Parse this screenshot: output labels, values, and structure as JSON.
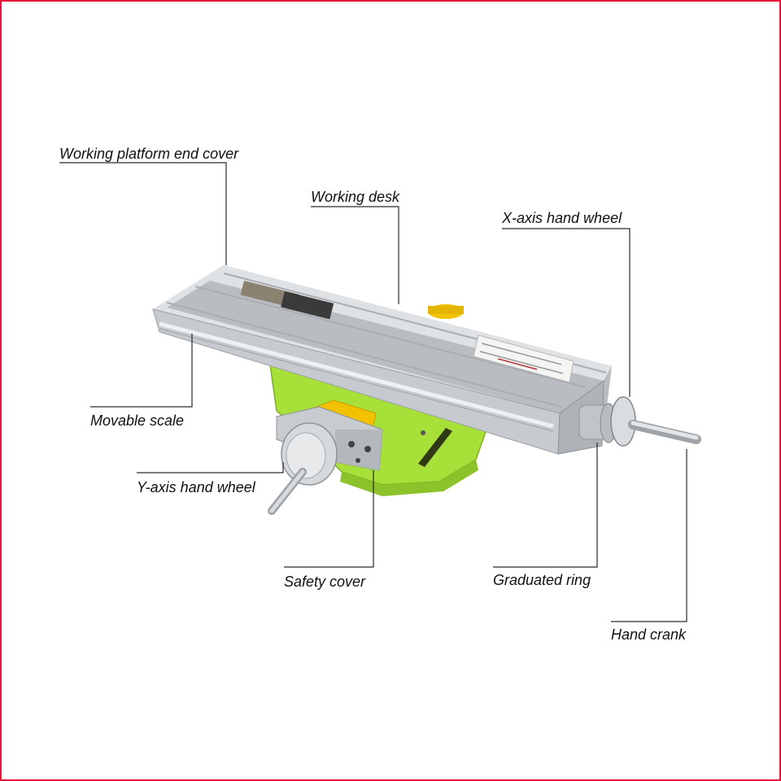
{
  "callouts": {
    "end_cover": "Working platform end cover",
    "working_desk": "Working desk",
    "x_axis_hand_wheel": "X-axis hand wheel",
    "movable_scale": "Movable scale",
    "y_axis_hand_wheel": "Y-axis hand wheel",
    "safety_cover": "Safety cover",
    "graduated_ring": "Graduated ring",
    "hand_crank": "Hand crank"
  },
  "colors": {
    "frame": "#e8143c",
    "base_green": "#a8e03a",
    "slider_yellow": "#f2c200",
    "aluminum": "#d2d5d8",
    "label_text": "#111111",
    "leader_line": "#2a2a2a"
  }
}
